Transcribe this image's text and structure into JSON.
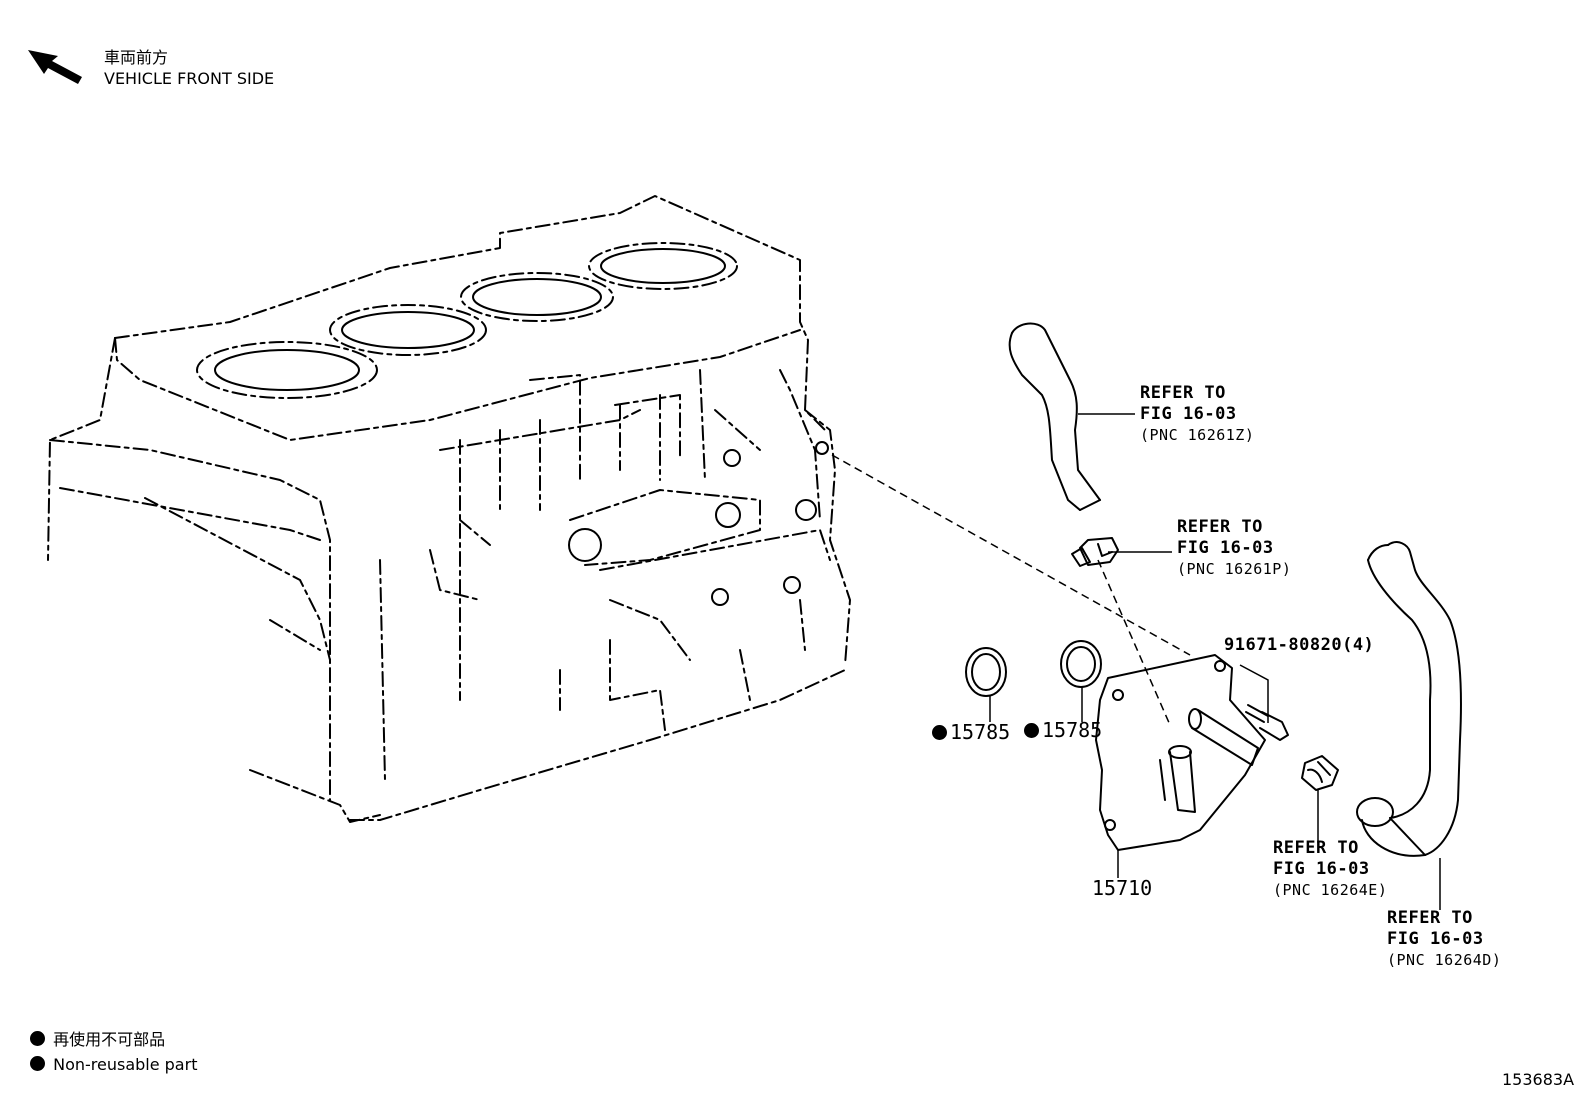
{
  "orientation": {
    "jp": "車両前方",
    "en": "VEHICLE FRONT SIDE"
  },
  "parts": [
    {
      "number": "15710"
    },
    {
      "number": "15785",
      "non_reusable": true
    },
    {
      "number": "15785",
      "non_reusable": true
    },
    {
      "number": "91671-80820(4)"
    }
  ],
  "references": [
    {
      "line1": "REFER TO",
      "line2": "FIG 16-03",
      "line3": "(PNC 16261Z)"
    },
    {
      "line1": "REFER TO",
      "line2": "FIG 16-03",
      "line3": "(PNC 16261P)"
    },
    {
      "line1": "REFER TO",
      "line2": "FIG 16-03",
      "line3": "(PNC 16264E)"
    },
    {
      "line1": "REFER TO",
      "line2": "FIG 16-03",
      "line3": "(PNC 16264D)"
    }
  ],
  "legend": {
    "jp": "再使用不可部品",
    "en": "Non-reusable part"
  },
  "illustration_id": "153683A"
}
